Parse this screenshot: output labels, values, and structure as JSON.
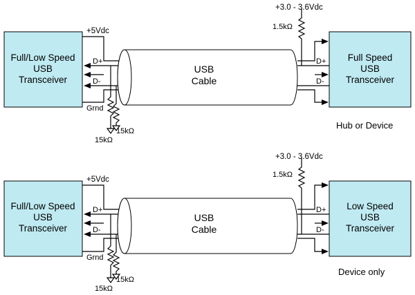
{
  "top": {
    "left_box": [
      "Full/Low Speed",
      "USB",
      "Transceiver"
    ],
    "cable": [
      "USB",
      "Cable"
    ],
    "right_box": [
      "Full Speed",
      "USB",
      "Transceiver"
    ],
    "left_supply": "+5Vdc",
    "right_supply": "+3.0 - 3.6Vdc",
    "pullup": "1.5kΩ",
    "d_plus": "D+",
    "d_minus": "D-",
    "ground": "Grnd",
    "pulldown_1": "15kΩ",
    "pulldown_2": "15kΩ",
    "caption": "Hub or Device"
  },
  "bottom": {
    "left_box": [
      "Full/Low Speed",
      "USB",
      "Transceiver"
    ],
    "cable": [
      "USB",
      "Cable"
    ],
    "right_box": [
      "Low Speed",
      "USB",
      "Transceiver"
    ],
    "left_supply": "+5Vdc",
    "right_supply": "+3.0 - 3.6Vdc",
    "pullup": "1.5kΩ",
    "d_plus": "D+",
    "d_minus": "D-",
    "ground": "Grnd",
    "pulldown_1": "15kΩ",
    "pulldown_2": "15kΩ",
    "caption": "Device only"
  }
}
